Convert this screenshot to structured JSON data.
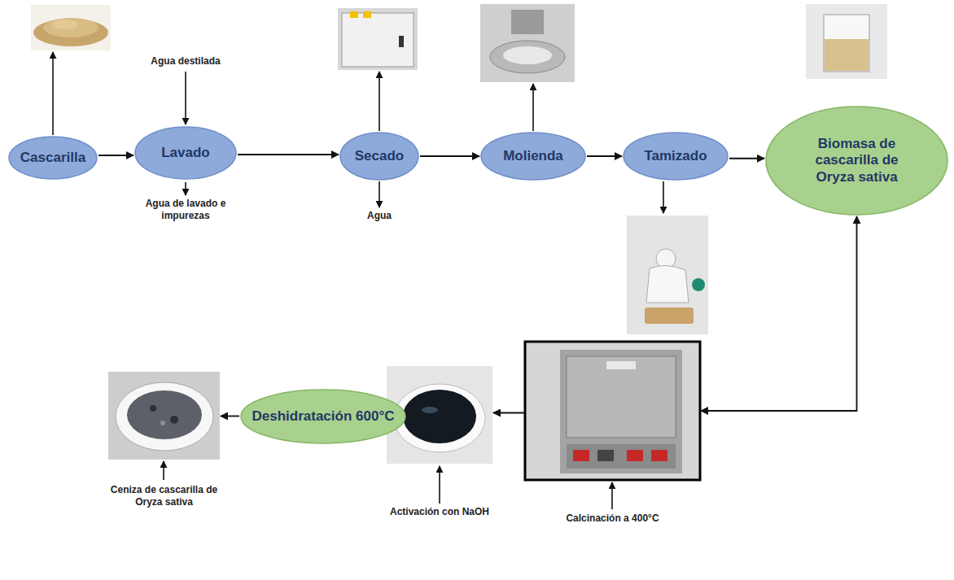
{
  "diagram": {
    "nodes": [
      {
        "text": [
          "Cascarilla"
        ]
      },
      {
        "text": [
          "Lavado"
        ]
      },
      {
        "text": [
          "Secado"
        ]
      },
      {
        "text": [
          "Molienda"
        ]
      },
      {
        "text": [
          "Tamizado"
        ]
      },
      {
        "text": [
          "Biomasa de cascarilla de Oryza sativa"
        ]
      },
      {
        "text": [
          "Calcinación a 400°C"
        ]
      },
      {
        "text": [
          "Activación con NaOH"
        ]
      },
      {
        "text": [
          "Deshidratación 600°C"
        ]
      },
      {
        "text": [
          "Ceniza de cascarilla de Oryza sativa"
        ]
      }
    ],
    "edges": [
      {
        "from": 0,
        "to": 1,
        "arrow": "to"
      },
      {
        "from": 1,
        "to": 2,
        "arrow": "to"
      },
      {
        "from": 2,
        "to": 3,
        "arrow": "to"
      },
      {
        "from": 3,
        "to": 4,
        "arrow": "to"
      },
      {
        "from": 4,
        "to": 5,
        "arrow": "to"
      },
      {
        "from": 5,
        "to": 6,
        "arrow": "both"
      },
      {
        "from": 6,
        "to": 7,
        "arrow": "to"
      },
      {
        "from": 7,
        "to": 8,
        "arrow": "to"
      },
      {
        "from": 8,
        "to": 9,
        "arrow": "to"
      }
    ],
    "labels": [
      "Agua destilada",
      "Agua de lavado e impurezas",
      "Agua"
    ]
  }
}
